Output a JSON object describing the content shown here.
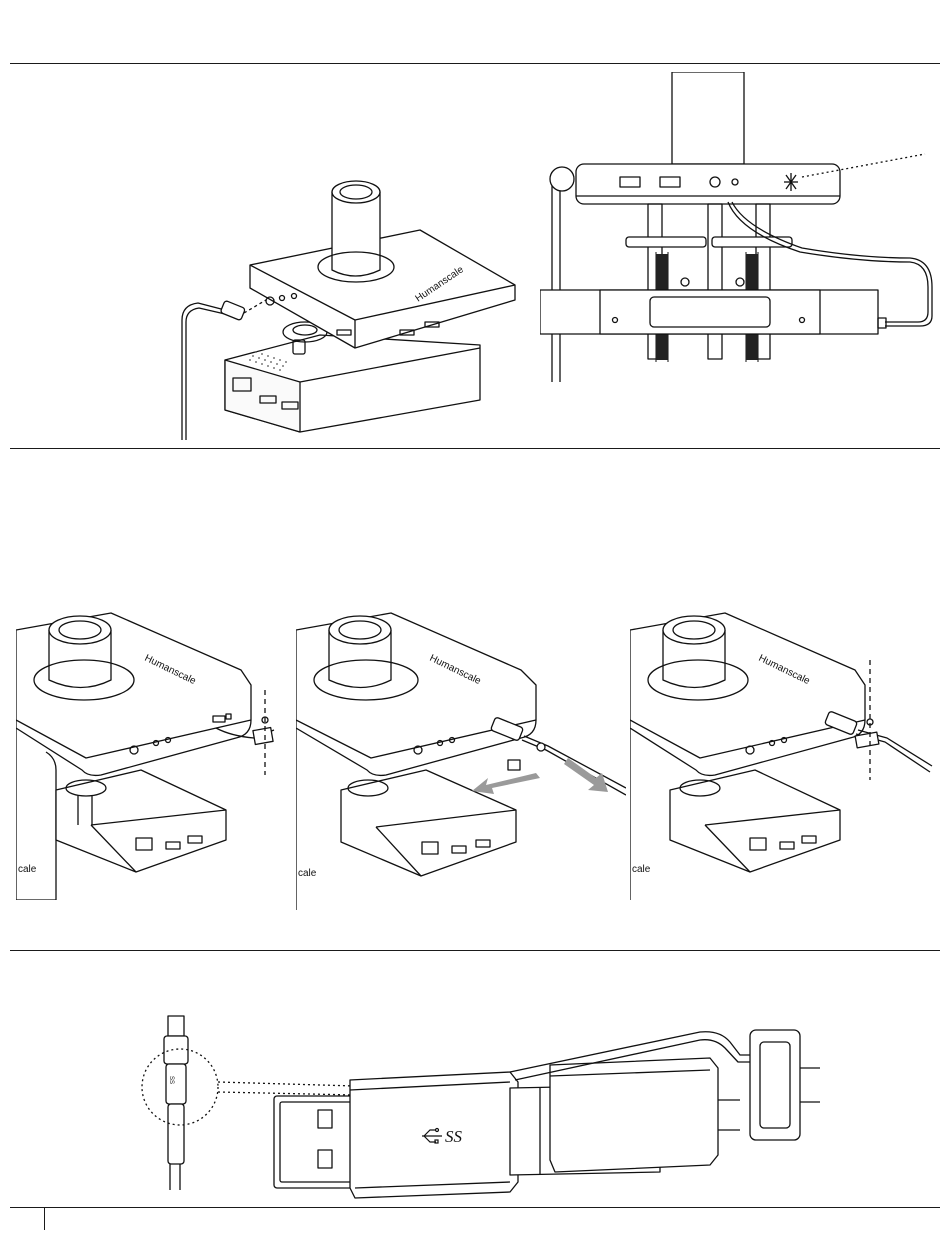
{
  "brand": {
    "device_logo": "Humanscale",
    "device_logo_partial": "cale"
  },
  "usb": {
    "ss_mark": "SS"
  },
  "icons": [
    "usb-ss-icon",
    "headphone-icon",
    "ethernet-icon",
    "usb-port-icon",
    "screw-icon",
    "arrow-icon",
    "light-sensor-icon"
  ]
}
